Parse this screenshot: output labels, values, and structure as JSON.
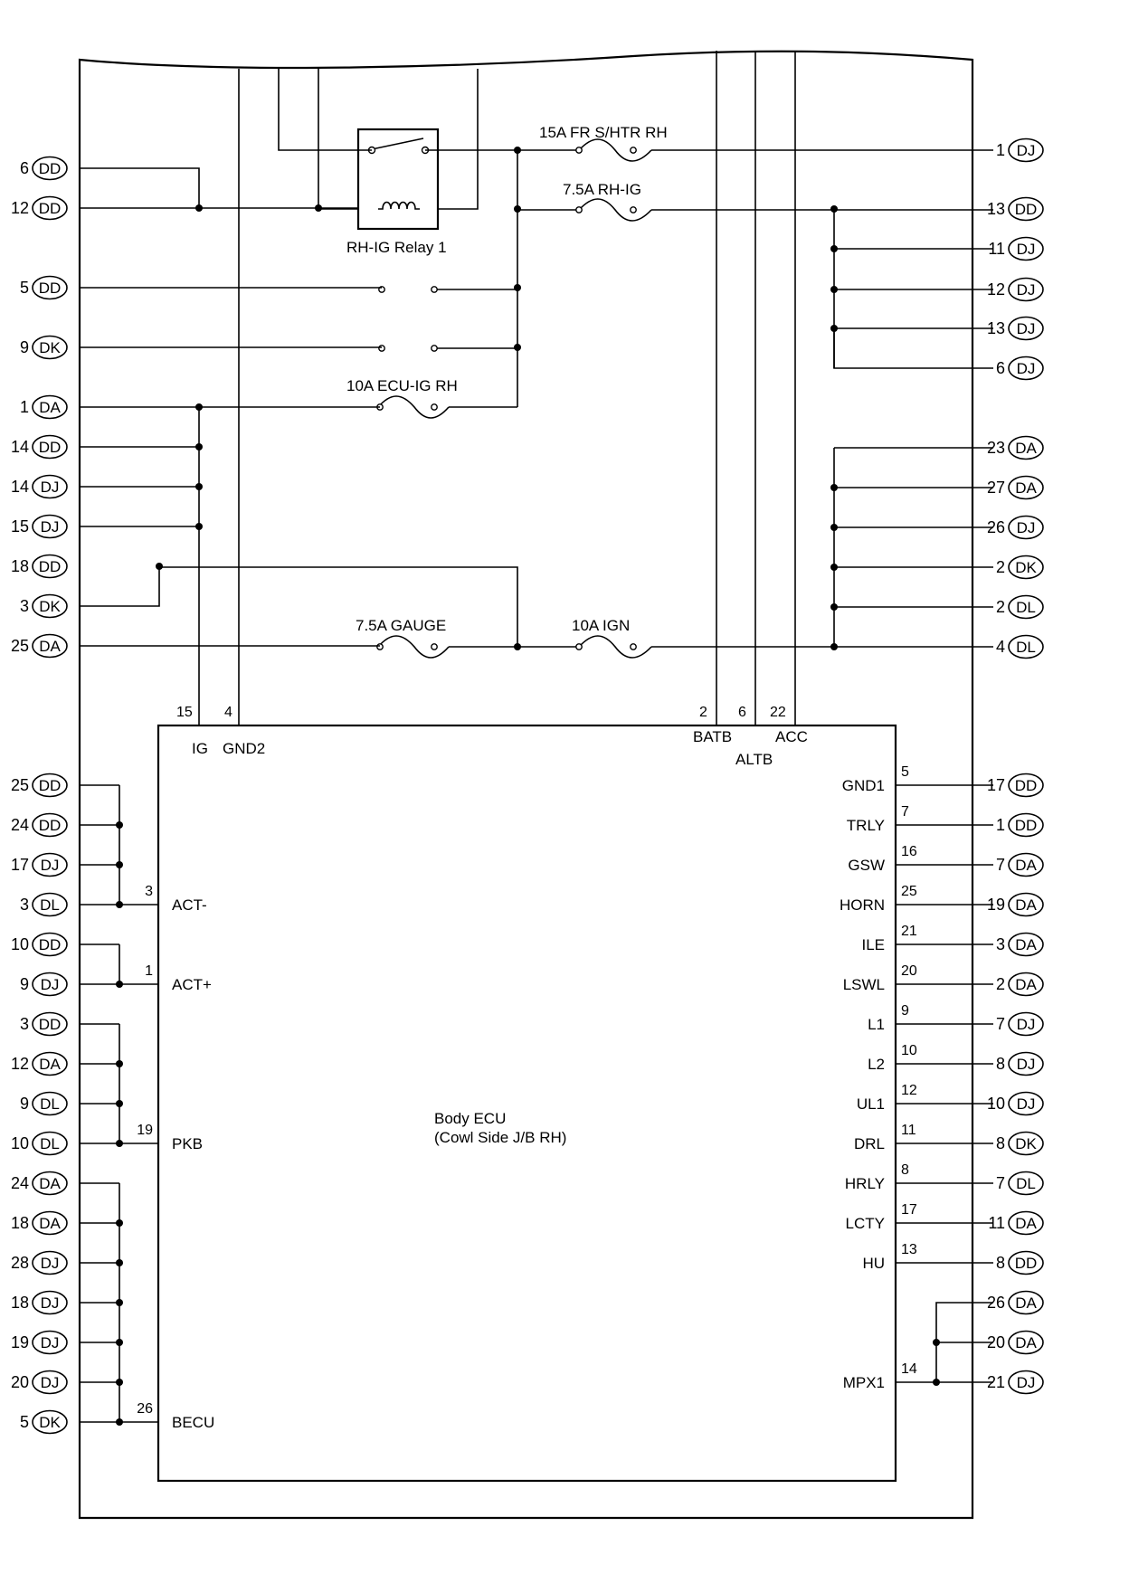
{
  "fuses": {
    "fr_shtr_rh": "15A FR S/HTR RH",
    "rh_ig": "7.5A RH-IG",
    "ecu_ig_rh": "10A ECU-IG RH",
    "gauge": "7.5A GAUGE",
    "ign": "10A IGN"
  },
  "relay_label": "RH-IG Relay 1",
  "ecu": {
    "name_line1": "Body ECU",
    "name_line2": "(Cowl Side J/B RH)"
  },
  "top_pins": [
    {
      "num": "15",
      "name": "IG"
    },
    {
      "num": "4",
      "name": "GND2"
    },
    {
      "num": "2",
      "name": "BATB"
    },
    {
      "num": "6",
      "name": "ALTB"
    },
    {
      "num": "22",
      "name": "ACC"
    }
  ],
  "left_pins": [
    {
      "num": "3",
      "name": "ACT-"
    },
    {
      "num": "1",
      "name": "ACT+"
    },
    {
      "num": "19",
      "name": "PKB"
    },
    {
      "num": "26",
      "name": "BECU"
    }
  ],
  "right_pins": [
    {
      "num": "5",
      "name": "GND1"
    },
    {
      "num": "7",
      "name": "TRLY"
    },
    {
      "num": "16",
      "name": "GSW"
    },
    {
      "num": "25",
      "name": "HORN"
    },
    {
      "num": "21",
      "name": "ILE"
    },
    {
      "num": "20",
      "name": "LSWL"
    },
    {
      "num": "9",
      "name": "L1"
    },
    {
      "num": "10",
      "name": "L2"
    },
    {
      "num": "12",
      "name": "UL1"
    },
    {
      "num": "11",
      "name": "DRL"
    },
    {
      "num": "8",
      "name": "HRLY"
    },
    {
      "num": "17",
      "name": "LCTY"
    },
    {
      "num": "13",
      "name": "HU"
    },
    {
      "num": "14",
      "name": "MPX1"
    }
  ],
  "left_connectors": [
    {
      "pin": "6",
      "conn": "DD"
    },
    {
      "pin": "12",
      "conn": "DD"
    },
    {
      "pin": "5",
      "conn": "DD"
    },
    {
      "pin": "9",
      "conn": "DK"
    },
    {
      "pin": "1",
      "conn": "DA"
    },
    {
      "pin": "14",
      "conn": "DD"
    },
    {
      "pin": "14",
      "conn": "DJ"
    },
    {
      "pin": "15",
      "conn": "DJ"
    },
    {
      "pin": "18",
      "conn": "DD"
    },
    {
      "pin": "3",
      "conn": "DK"
    },
    {
      "pin": "25",
      "conn": "DA"
    },
    {
      "pin": "25",
      "conn": "DD"
    },
    {
      "pin": "24",
      "conn": "DD"
    },
    {
      "pin": "17",
      "conn": "DJ"
    },
    {
      "pin": "3",
      "conn": "DL"
    },
    {
      "pin": "10",
      "conn": "DD"
    },
    {
      "pin": "9",
      "conn": "DJ"
    },
    {
      "pin": "3",
      "conn": "DD"
    },
    {
      "pin": "12",
      "conn": "DA"
    },
    {
      "pin": "9",
      "conn": "DL"
    },
    {
      "pin": "10",
      "conn": "DL"
    },
    {
      "pin": "24",
      "conn": "DA"
    },
    {
      "pin": "18",
      "conn": "DA"
    },
    {
      "pin": "28",
      "conn": "DJ"
    },
    {
      "pin": "18",
      "conn": "DJ"
    },
    {
      "pin": "19",
      "conn": "DJ"
    },
    {
      "pin": "20",
      "conn": "DJ"
    },
    {
      "pin": "5",
      "conn": "DK"
    }
  ],
  "right_connectors": [
    {
      "pin": "1",
      "conn": "DJ"
    },
    {
      "pin": "13",
      "conn": "DD"
    },
    {
      "pin": "11",
      "conn": "DJ"
    },
    {
      "pin": "12",
      "conn": "DJ"
    },
    {
      "pin": "13",
      "conn": "DJ"
    },
    {
      "pin": "6",
      "conn": "DJ"
    },
    {
      "pin": "23",
      "conn": "DA"
    },
    {
      "pin": "27",
      "conn": "DA"
    },
    {
      "pin": "26",
      "conn": "DJ"
    },
    {
      "pin": "2",
      "conn": "DK"
    },
    {
      "pin": "2",
      "conn": "DL"
    },
    {
      "pin": "4",
      "conn": "DL"
    },
    {
      "pin": "17",
      "conn": "DD"
    },
    {
      "pin": "1",
      "conn": "DD"
    },
    {
      "pin": "7",
      "conn": "DA"
    },
    {
      "pin": "19",
      "conn": "DA"
    },
    {
      "pin": "3",
      "conn": "DA"
    },
    {
      "pin": "2",
      "conn": "DA"
    },
    {
      "pin": "7",
      "conn": "DJ"
    },
    {
      "pin": "8",
      "conn": "DJ"
    },
    {
      "pin": "10",
      "conn": "DJ"
    },
    {
      "pin": "8",
      "conn": "DK"
    },
    {
      "pin": "7",
      "conn": "DL"
    },
    {
      "pin": "11",
      "conn": "DA"
    },
    {
      "pin": "8",
      "conn": "DD"
    },
    {
      "pin": "26",
      "conn": "DA"
    },
    {
      "pin": "20",
      "conn": "DA"
    },
    {
      "pin": "21",
      "conn": "DJ"
    }
  ]
}
